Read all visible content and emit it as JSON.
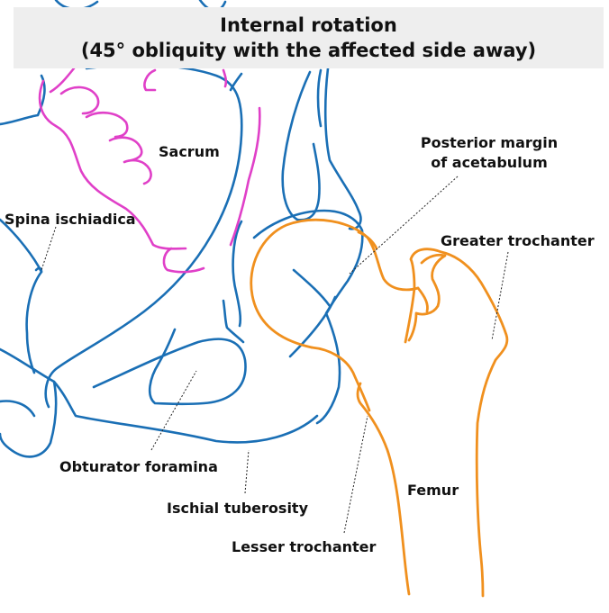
{
  "title": {
    "line1": "Internal rotation",
    "line2": "(45° obliquity with the affected side away)"
  },
  "labels": {
    "sacrum": "Sacrum",
    "spina_ischiadica": "Spina ischiadica",
    "posterior_margin_line1": "Posterior margin",
    "posterior_margin_line2": "of acetabulum",
    "greater_trochanter": "Greater trochanter",
    "obturator_foramina": "Obturator foramina",
    "ischial_tuberosity": "Ischial tuberosity",
    "femur": "Femur",
    "lesser_trochanter": "Lesser trochanter"
  },
  "colors": {
    "pelvis": "#1a6fb5",
    "sacrum": "#e040c8",
    "femur": "#f0901e",
    "title_background": "#eeeeee"
  }
}
